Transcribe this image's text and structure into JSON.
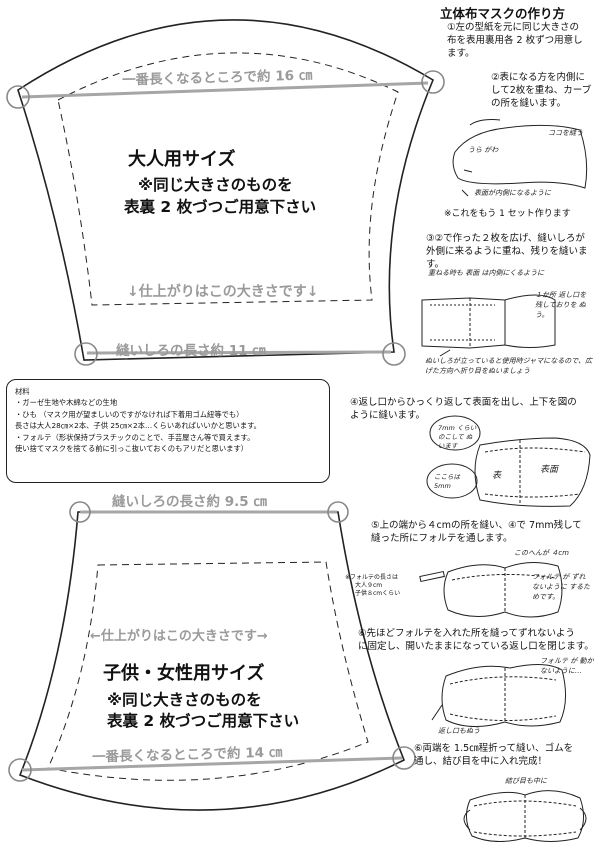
{
  "title": "立体布マスクの作り方",
  "adult": {
    "top_length": "一番長くなるところで約 16 ㎝",
    "size_name": "大人用サイズ",
    "note_line1": "※同じ大きさのものを",
    "note_line2": "表裏 2 枚づつご用意下さい",
    "finish": "↓仕上がりはこの大きさです↓",
    "seam": "縫いしろの長さ約 11 ㎝"
  },
  "materials": {
    "heading": "材料",
    "lines": [
      "・ガーゼ生地や木綿などの生地",
      "・ひも （マスク用が望ましいのですがなければ下着用ゴム紐等でも）",
      "長さは大人28㎝×2本、子供 25㎝×2本…くらいあればいいかと思います。",
      "・フォルテ（形状保持プラスチックのことで、手芸屋さん等で買えます。",
      "使い捨てマスクを捨てる前に引っこ抜いておくのもアリだと思います）"
    ]
  },
  "child": {
    "seam": "縫いしろの長さ約 9.5 ㎝",
    "finish": "←仕上がりはこの大きさです→",
    "size_name": "子供・女性用サイズ",
    "note_line1": "※同じ大きさのものを",
    "note_line2": "表裏 2 枚づつご用意下さい",
    "bottom_length": "一番長くなるところで約 14 ㎝"
  },
  "steps": {
    "s1": [
      "①左の型紙を元に同じ大きさの",
      "布を表用裏用各 2 枚ずつ用意し",
      "ます。"
    ],
    "s2": [
      "②表になる方を内側に",
      "して2枚を重ね、カーブ",
      "の所を縫います。"
    ],
    "s2_sub": "※これをもう 1 セット作ります",
    "s3": [
      "③②で作った２枚を広げ、縫いしろが",
      "外側に来るように重ね、残りを縫います。"
    ],
    "s4": [
      "④返し口からひっくり返して表面を出し、上下を図の",
      "ように縫います。"
    ],
    "s5": [
      "⑤上の端から４cmの所を縫い、④で 7mm残して",
      "縫った所にフォルテを通します。"
    ],
    "s5_note": [
      "※フォルテの長さは",
      "大人９cm",
      "子供８cmくらい"
    ],
    "s6": [
      "⑥先ほどフォルテを入れた所を縫ってずれないよう",
      "に固定し、開いたままになっている返し口を閉じます。"
    ],
    "s7": [
      "⑥両端を 1.5㎝程折って縫い、ゴムを",
      "通し、結び目を中に入れ完成！"
    ]
  },
  "handwritten": {
    "koko": "ココを縫う",
    "uragawa": "うら がわ",
    "omote_inside": "表面が内側になるように",
    "kasaneru": "重ねる時も 表面 は内側にくるように",
    "kaeshi": "１か所 返し口を 残しておりを ぬう。",
    "nuishiro": "ぬいしろが立っていると使用時ジャマになるので、広げた方向へ折り目をぬいましょう",
    "seven_mm": "7mm くらいのこして ぬいます",
    "five_mm": "ここらは 5mm",
    "omote_a": "表",
    "omote_b": "表面",
    "four_cm": "このへんが ４cm",
    "forte_note": "フォルテ が ずれないように するためです。",
    "forte_fix": "フォルテ が 動かないように…",
    "kaeshi_close": "返し口もぬう",
    "knot": "結び目も中に"
  }
}
